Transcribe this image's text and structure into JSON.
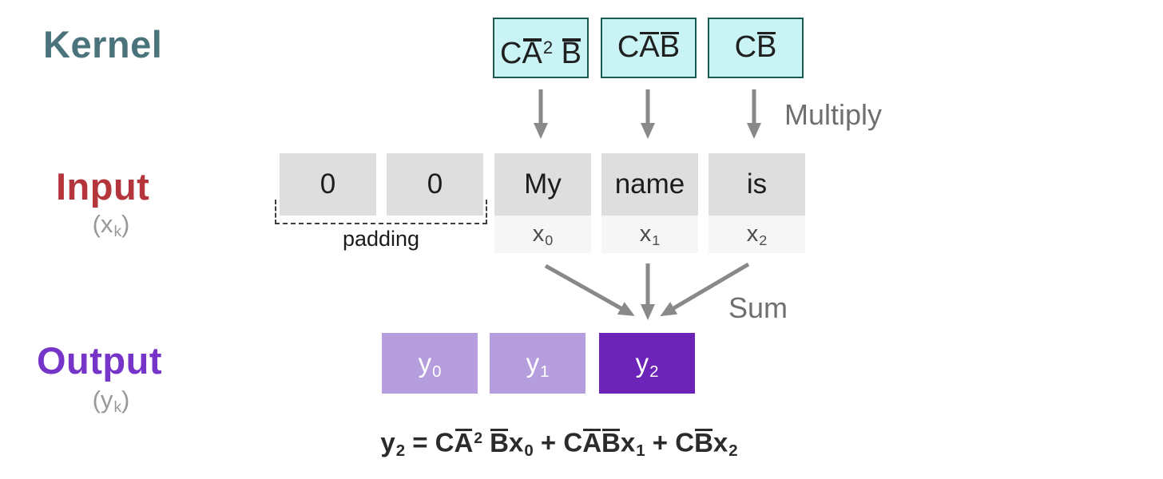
{
  "section_labels": {
    "kernel": "Kernel",
    "input": "Input",
    "output": "Output"
  },
  "annotations": {
    "multiply": "Multiply",
    "sum": "Sum",
    "padding": "padding"
  },
  "kernel_row": {
    "boxes": [
      {
        "parts": [
          {
            "t": "C"
          },
          {
            "t": "A",
            "bar": true
          },
          {
            "sup": "2"
          },
          {
            "t": " "
          },
          {
            "t": "B",
            "bar": true
          }
        ]
      },
      {
        "parts": [
          {
            "t": "C"
          },
          {
            "t": "A",
            "bar": true
          },
          {
            "t": "B",
            "bar": true
          }
        ]
      },
      {
        "parts": [
          {
            "t": "C"
          },
          {
            "t": "B",
            "bar": true
          }
        ]
      }
    ]
  },
  "input_row": {
    "label_sub_parts": [
      {
        "t": "(x"
      },
      {
        "sub": "k"
      },
      {
        "t": ")"
      }
    ],
    "boxes": [
      {
        "word": "0"
      },
      {
        "word": "0"
      },
      {
        "word": "My",
        "index_parts": [
          {
            "t": "x"
          },
          {
            "sub": "0"
          }
        ]
      },
      {
        "word": "name",
        "index_parts": [
          {
            "t": "x"
          },
          {
            "sub": "1"
          }
        ]
      },
      {
        "word": "is",
        "index_parts": [
          {
            "t": "x"
          },
          {
            "sub": "2"
          }
        ]
      }
    ]
  },
  "output_row": {
    "label_sub_parts": [
      {
        "t": "(y"
      },
      {
        "sub": "k"
      },
      {
        "t": ")"
      }
    ],
    "boxes": [
      {
        "parts": [
          {
            "t": "y"
          },
          {
            "sub": "0"
          }
        ],
        "highlight": false
      },
      {
        "parts": [
          {
            "t": "y"
          },
          {
            "sub": "1"
          }
        ],
        "highlight": false
      },
      {
        "parts": [
          {
            "t": "y"
          },
          {
            "sub": "2"
          }
        ],
        "highlight": true
      }
    ]
  },
  "formula": {
    "parts": [
      {
        "t": "y"
      },
      {
        "sub": "2"
      },
      {
        "t": " = "
      },
      {
        "t": "C"
      },
      {
        "t": "A",
        "bar": true
      },
      {
        "sup": "2"
      },
      {
        "t": " "
      },
      {
        "t": "B",
        "bar": true
      },
      {
        "t": "x"
      },
      {
        "sub": "0"
      },
      {
        "t": " + "
      },
      {
        "t": "C"
      },
      {
        "t": "A",
        "bar": true
      },
      {
        "t": "B",
        "bar": true
      },
      {
        "t": "x"
      },
      {
        "sub": "1"
      },
      {
        "t": " + "
      },
      {
        "t": "C"
      },
      {
        "t": "B",
        "bar": true
      },
      {
        "t": "x"
      },
      {
        "sub": "2"
      }
    ]
  },
  "colors": {
    "kernel_label": "#4a737b",
    "input_label": "#b5353c",
    "output_label": "#7634c8",
    "sub_label_gray": "#989898",
    "annotation_gray": "#6f6f6f",
    "arrow_gray": "#898989",
    "kernel_box_fill": "#c9f3f4",
    "kernel_box_border": "#1a5a50",
    "box_gray": "#dedede",
    "box_gray_light": "#f6f6f6",
    "output_light": "#b69dde",
    "output_highlight": "#6c23b8"
  }
}
